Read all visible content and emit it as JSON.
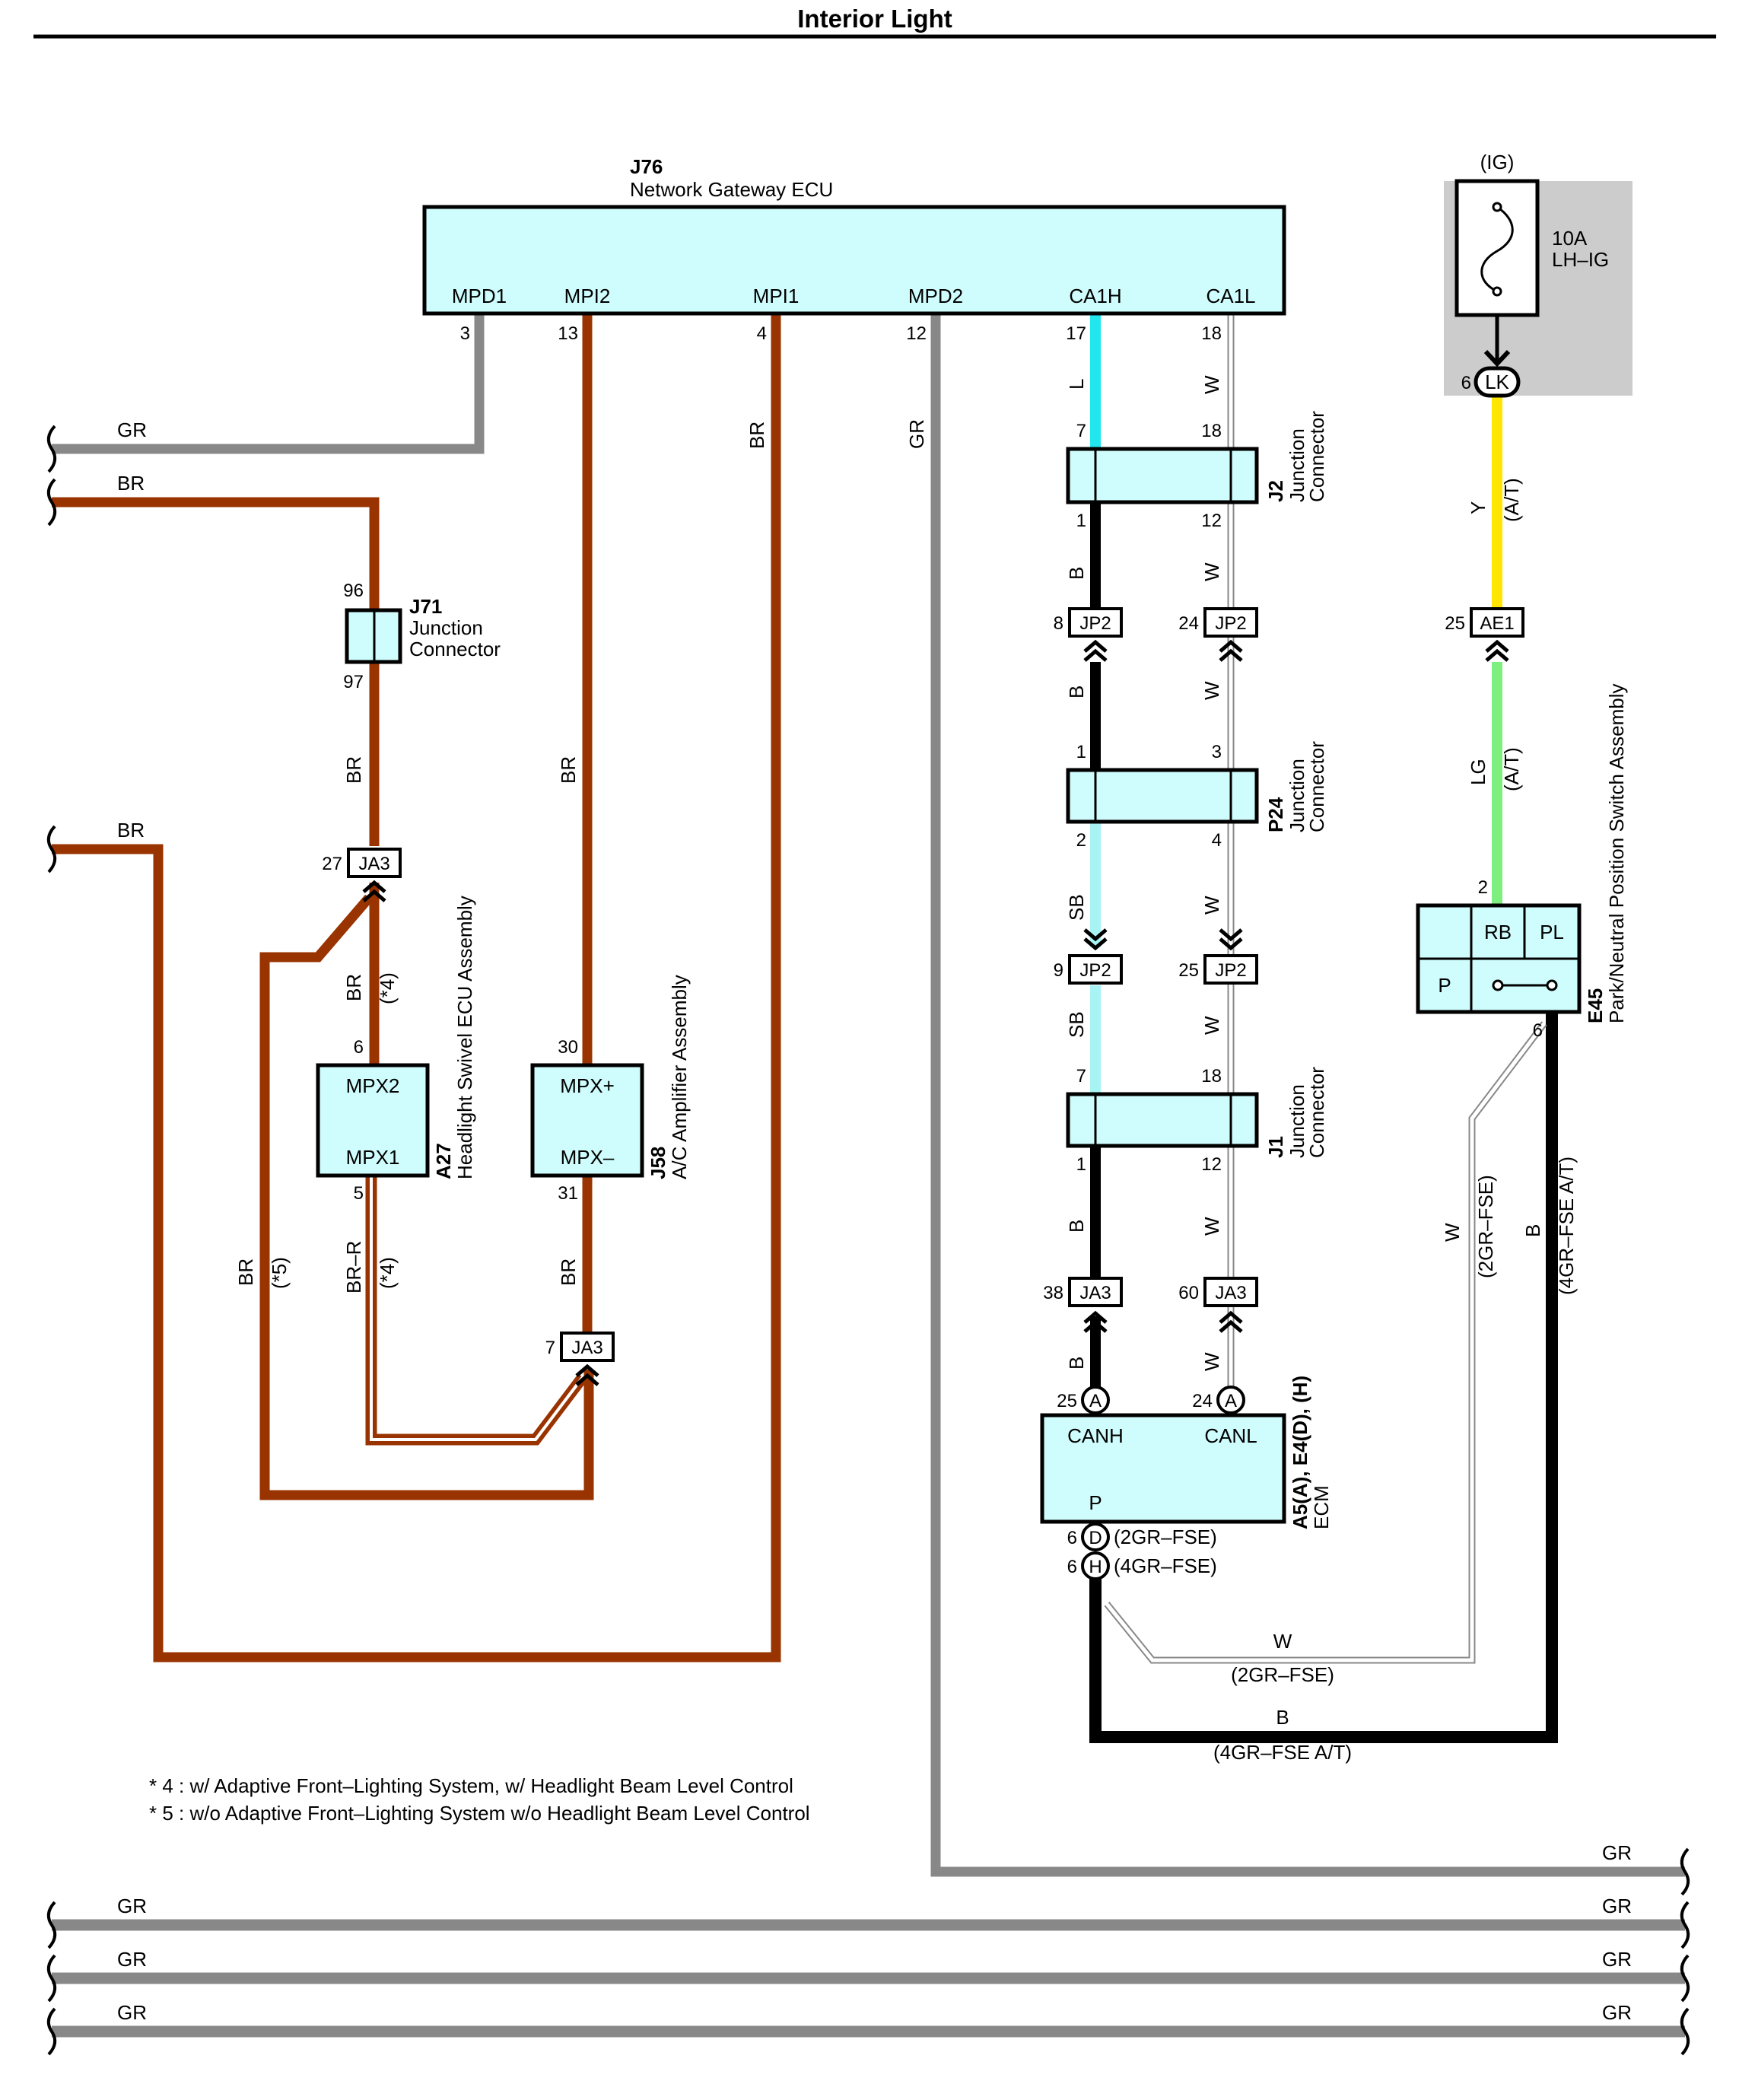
{
  "title": "Interior Light",
  "colors": {
    "BR": "#993300",
    "GR": "#888888",
    "L": "#22e6ee",
    "SB": "#a8f4f4",
    "B": "#000000",
    "W": "#ffffff",
    "Y": "#ffe600",
    "LG": "#7eee7e",
    "box_fill": "#cffcfc",
    "fuse_bg": "#cccccc"
  },
  "components": {
    "J76": {
      "code": "J76",
      "name": "Network Gateway ECU",
      "pins": [
        {
          "label": "MPD1",
          "num": "3"
        },
        {
          "label": "MPI2",
          "num": "13"
        },
        {
          "label": "MPI1",
          "num": "4"
        },
        {
          "label": "MPD2",
          "num": "12"
        },
        {
          "label": "CA1H",
          "num": "17"
        },
        {
          "label": "CA1L",
          "num": "18"
        }
      ]
    },
    "fuse": {
      "ig": "(IG)",
      "amp": "10A",
      "name": "LH–IG",
      "conn": "LK",
      "pin": "6"
    },
    "J2": {
      "code": "J2",
      "name_1": "Junction",
      "name_2": "Connector",
      "pins": [
        "7",
        "18",
        "1",
        "12"
      ]
    },
    "J71": {
      "code": "J71",
      "name_1": "Junction",
      "name_2": "Connector",
      "pins": [
        "96",
        "97"
      ]
    },
    "P24": {
      "code": "P24",
      "name_1": "Junction",
      "name_2": "Connector",
      "pins": [
        "1",
        "3",
        "2",
        "4"
      ]
    },
    "J1": {
      "code": "J1",
      "name_1": "Junction",
      "name_2": "Connector",
      "pins": [
        "7",
        "18",
        "1",
        "12"
      ]
    },
    "A27": {
      "code": "A27",
      "name": "Headlight Swivel ECU Assembly",
      "term_top": "MPX2",
      "term_bottom": "MPX1",
      "pin_top": "6",
      "pin_bottom": "5"
    },
    "J58": {
      "code": "J58",
      "name": "A/C Amplifier Assembly",
      "term_top": "MPX+",
      "term_bottom": "MPX–",
      "pin_top": "30",
      "pin_bottom": "31"
    },
    "E45": {
      "code": "E45",
      "name": "Park/Neutral Position Switch Assembly",
      "rb": "RB",
      "pl": "PL",
      "p": "P",
      "pin_top": "2",
      "pin_bottom": "6"
    },
    "ECM": {
      "code": "A5(A), E4(D), (H)",
      "name": "ECM",
      "canh": "CANH",
      "canl": "CANL",
      "p": "P",
      "pin_canh": "25",
      "conn_canh": "A",
      "pin_canl": "24",
      "conn_canl": "A",
      "pin_d": "6",
      "conn_d": "D",
      "note_d": "(2GR–FSE)",
      "pin_h": "6",
      "conn_h": "H",
      "note_h": "(4GR–FSE)"
    }
  },
  "connectors": [
    {
      "id": "JA3",
      "pin": "27"
    },
    {
      "id": "JA3",
      "pin": "7"
    },
    {
      "id": "JA3",
      "pin": "38"
    },
    {
      "id": "JA3",
      "pin": "60"
    },
    {
      "id": "JP2",
      "pin": "8"
    },
    {
      "id": "JP2",
      "pin": "24"
    },
    {
      "id": "JP2",
      "pin": "9"
    },
    {
      "id": "JP2",
      "pin": "25"
    },
    {
      "id": "AE1",
      "pin": "25"
    }
  ],
  "wire_labels": {
    "gr_top_left": "GR",
    "br_left_1": "BR",
    "br_left_2": "BR",
    "br_j71": "BR",
    "br_mpi2": "BR",
    "br_mpi1": "BR",
    "gr_mpd2": "GR",
    "l_ca1h": "L",
    "w_ca1l": "W",
    "b_j2": "B",
    "w_j2": "W",
    "b_jp2": "B",
    "w_jp2": "W",
    "sb_p24": "SB",
    "w_p24": "W",
    "sb_jp2": "SB",
    "w_jp2b": "W",
    "b_j1": "B",
    "w_j1": "W",
    "b_ja3": "B",
    "w_ja3": "W",
    "br_a27": "BR",
    "note4_a": "(*4)",
    "br_loop": "BR",
    "note5": "(*5)",
    "brr_a27": "BR–R",
    "note4_b": "(*4)",
    "br_j58": "BR",
    "y": "Y",
    "at_y": "(A/T)",
    "lg": "LG",
    "at_lg": "(A/T)",
    "w_e45": "W",
    "gr_fse_e45": "(2GR–FSE)",
    "b_e45": "B",
    "fse_at_e45": "(4GR–FSE A/T)",
    "w_bottom": "W",
    "gr_fse_bottom": "(2GR–FSE)",
    "b_bottom": "B",
    "fse_at_bottom": "(4GR–FSE A/T)",
    "gr_right_1": "GR",
    "gr_bus_l1": "GR",
    "gr_bus_r1": "GR",
    "gr_bus_l2": "GR",
    "gr_bus_r2": "GR",
    "gr_bus_l3": "GR",
    "gr_bus_r3": "GR"
  },
  "notes": [
    "* 4 : w/ Adaptive Front–Lighting System,  w/ Headlight Beam Level Control",
    "* 5 : w/o Adaptive Front–Lighting System w/o Headlight Beam Level Control"
  ]
}
